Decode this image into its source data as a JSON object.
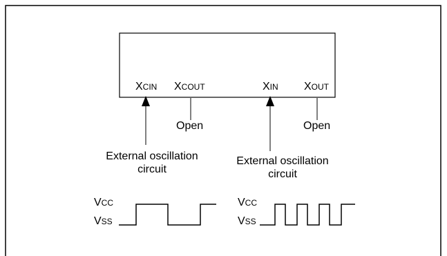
{
  "pins": {
    "xcin": {
      "main": "X",
      "sub": "CIN"
    },
    "xcout": {
      "main": "X",
      "sub": "COUT"
    },
    "xin": {
      "main": "X",
      "sub": "IN"
    },
    "xout": {
      "main": "X",
      "sub": "OUT"
    }
  },
  "open_left": "Open",
  "open_right": "Open",
  "ext_left": {
    "line1": "External oscillation",
    "line2": "circuit"
  },
  "ext_right": {
    "line1": "External oscillation",
    "line2": "circuit"
  },
  "wave_left": {
    "vcc_main": "V",
    "vcc_sub": "CC",
    "vss_main": "V",
    "vss_sub": "SS"
  },
  "wave_right": {
    "vcc_main": "V",
    "vcc_sub": "CC",
    "vss_main": "V",
    "vss_sub": "SS"
  }
}
